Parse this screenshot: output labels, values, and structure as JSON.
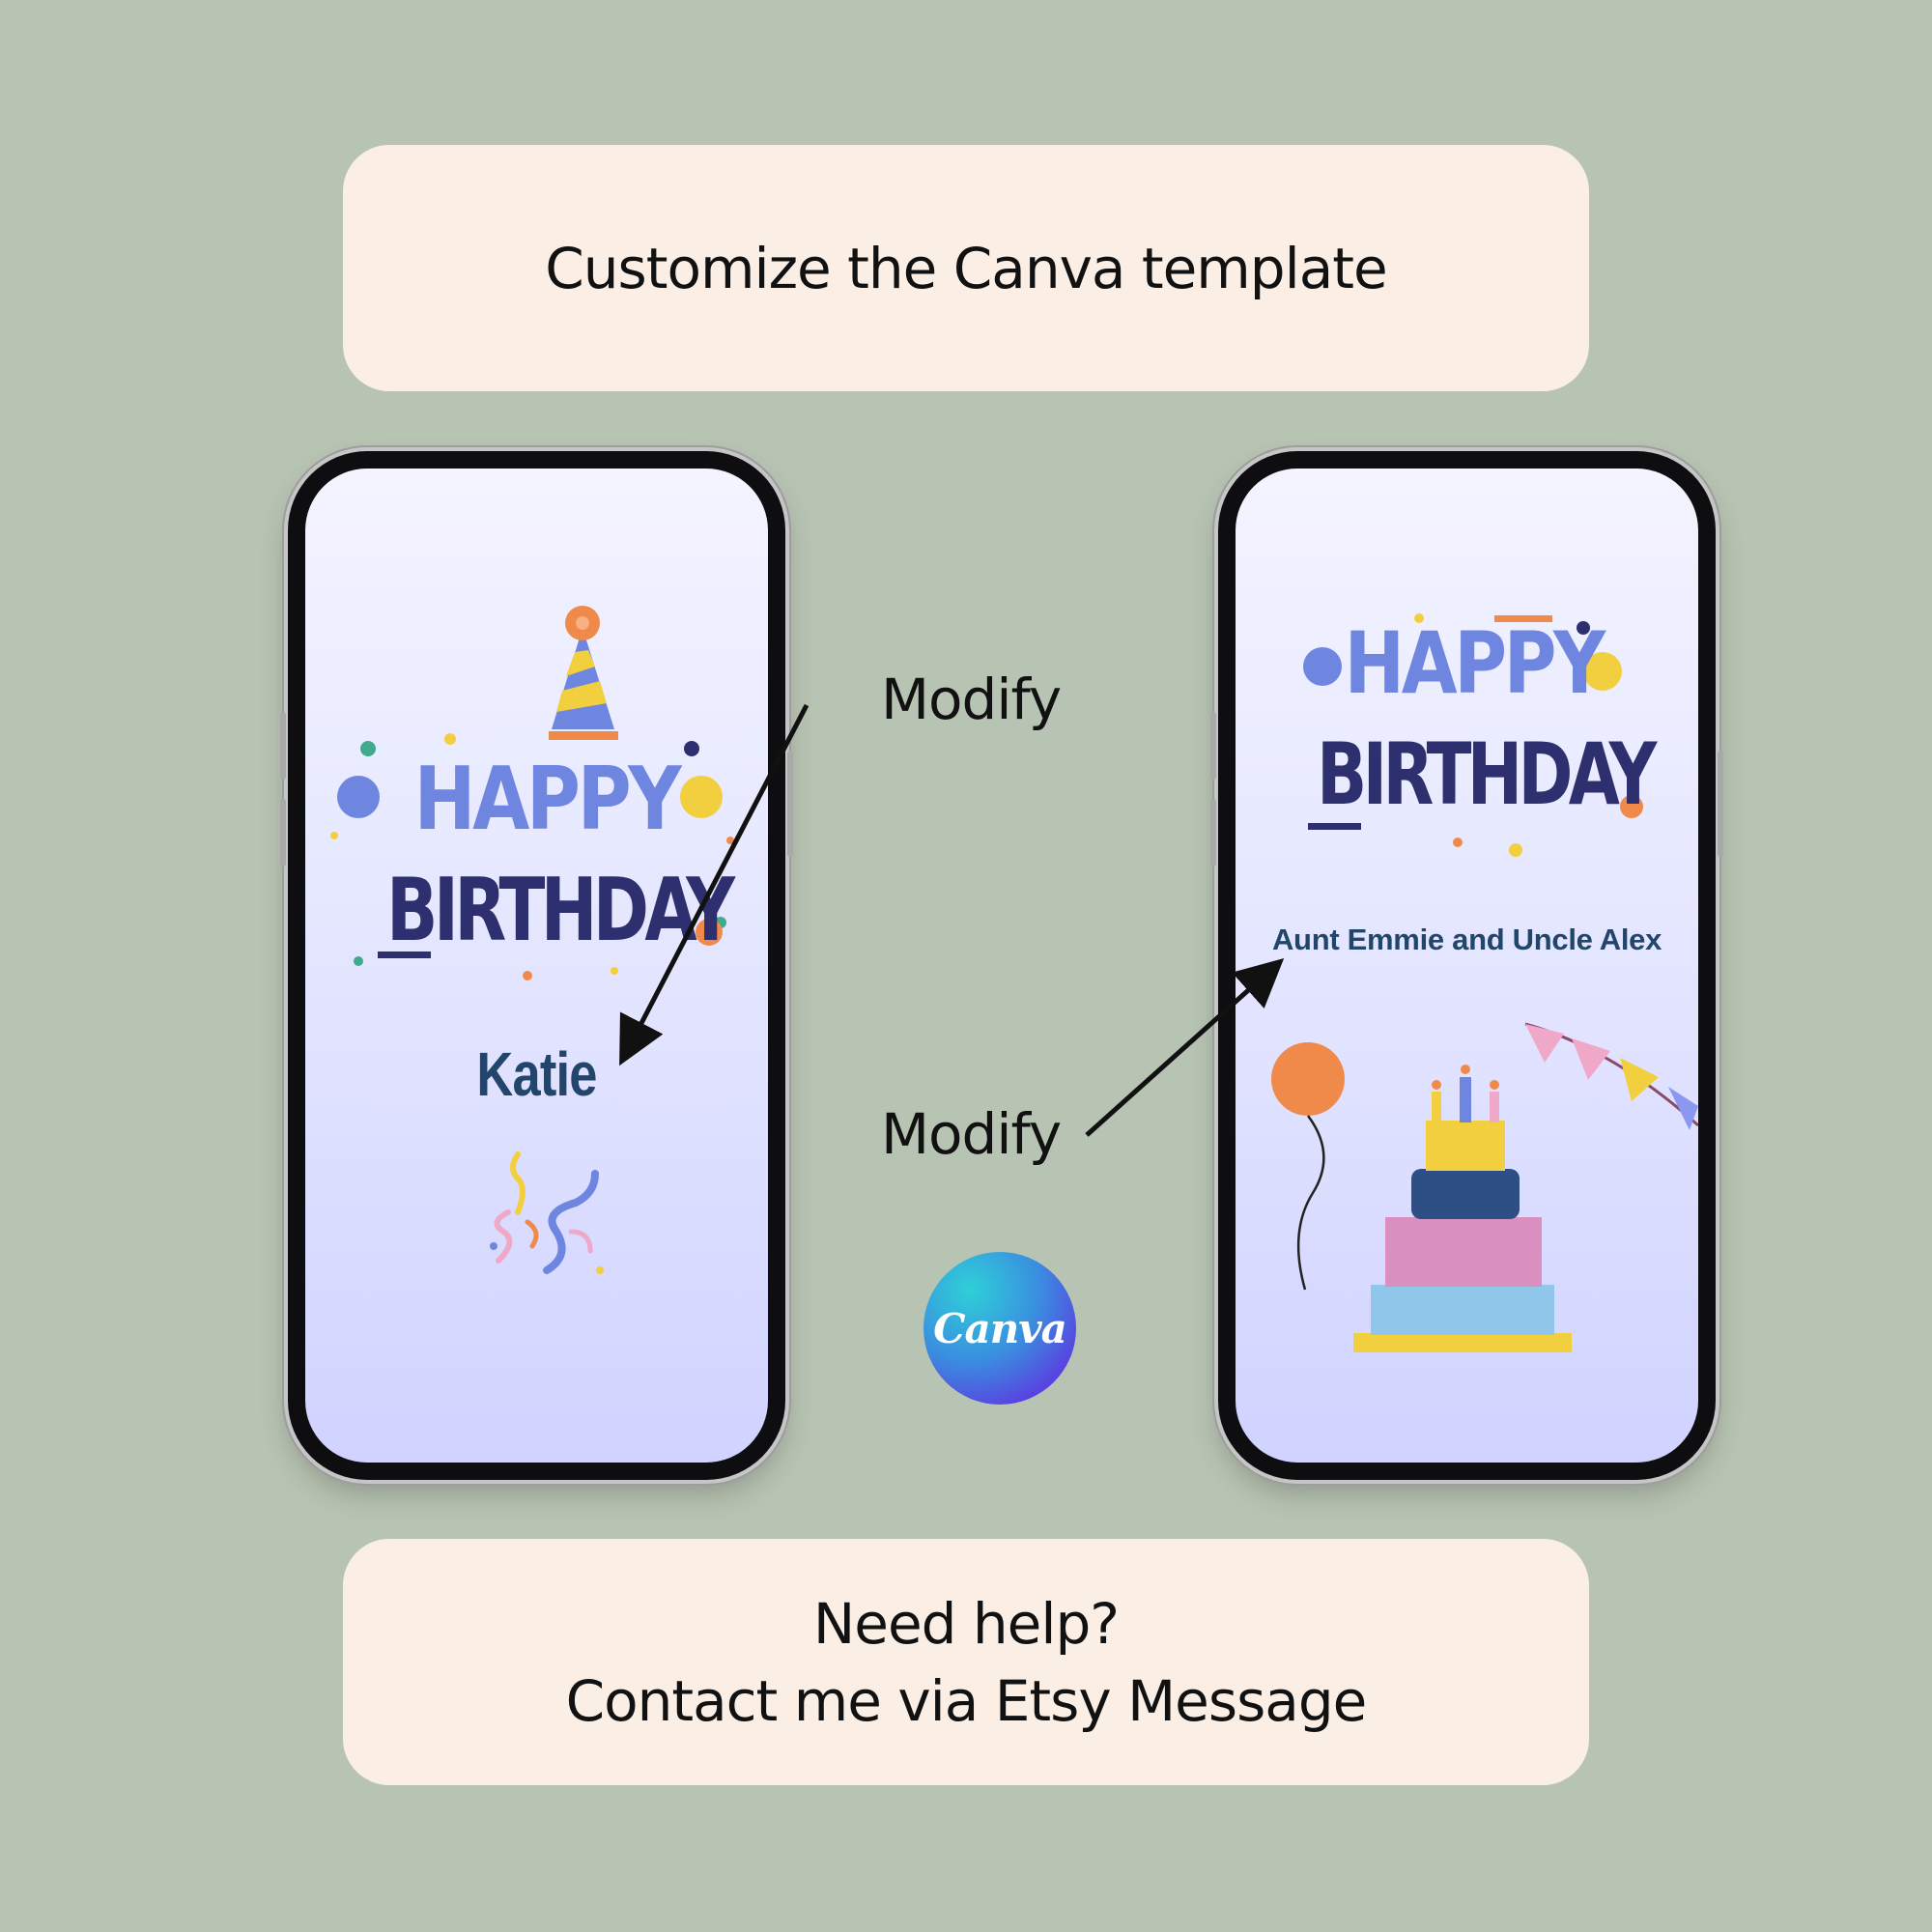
{
  "header": {
    "title": "Customize the Canva template"
  },
  "footer": {
    "line1": "Need help?",
    "line2": "Contact me via Etsy Message"
  },
  "left_phone": {
    "happy": "HAPPY",
    "birthday": "BIRTHDAY",
    "name": "Katie"
  },
  "right_phone": {
    "happy": "HAPPY",
    "birthday": "BIRTHDAY",
    "name": "Aunt Emmie and Uncle Alex"
  },
  "labels": {
    "modify_top": "Modify",
    "modify_bottom": "Modify"
  },
  "logo": {
    "text": "Canva"
  },
  "colors": {
    "background": "#b8c4b3",
    "banner": "#faeee5",
    "name_text": "#22456b",
    "blue": "#6f86e0",
    "pink": "#f0a8c8",
    "yellow": "#f2cf3f",
    "navy": "#2e2f6e",
    "orange": "#f08a4b",
    "green": "#3faa8c"
  }
}
